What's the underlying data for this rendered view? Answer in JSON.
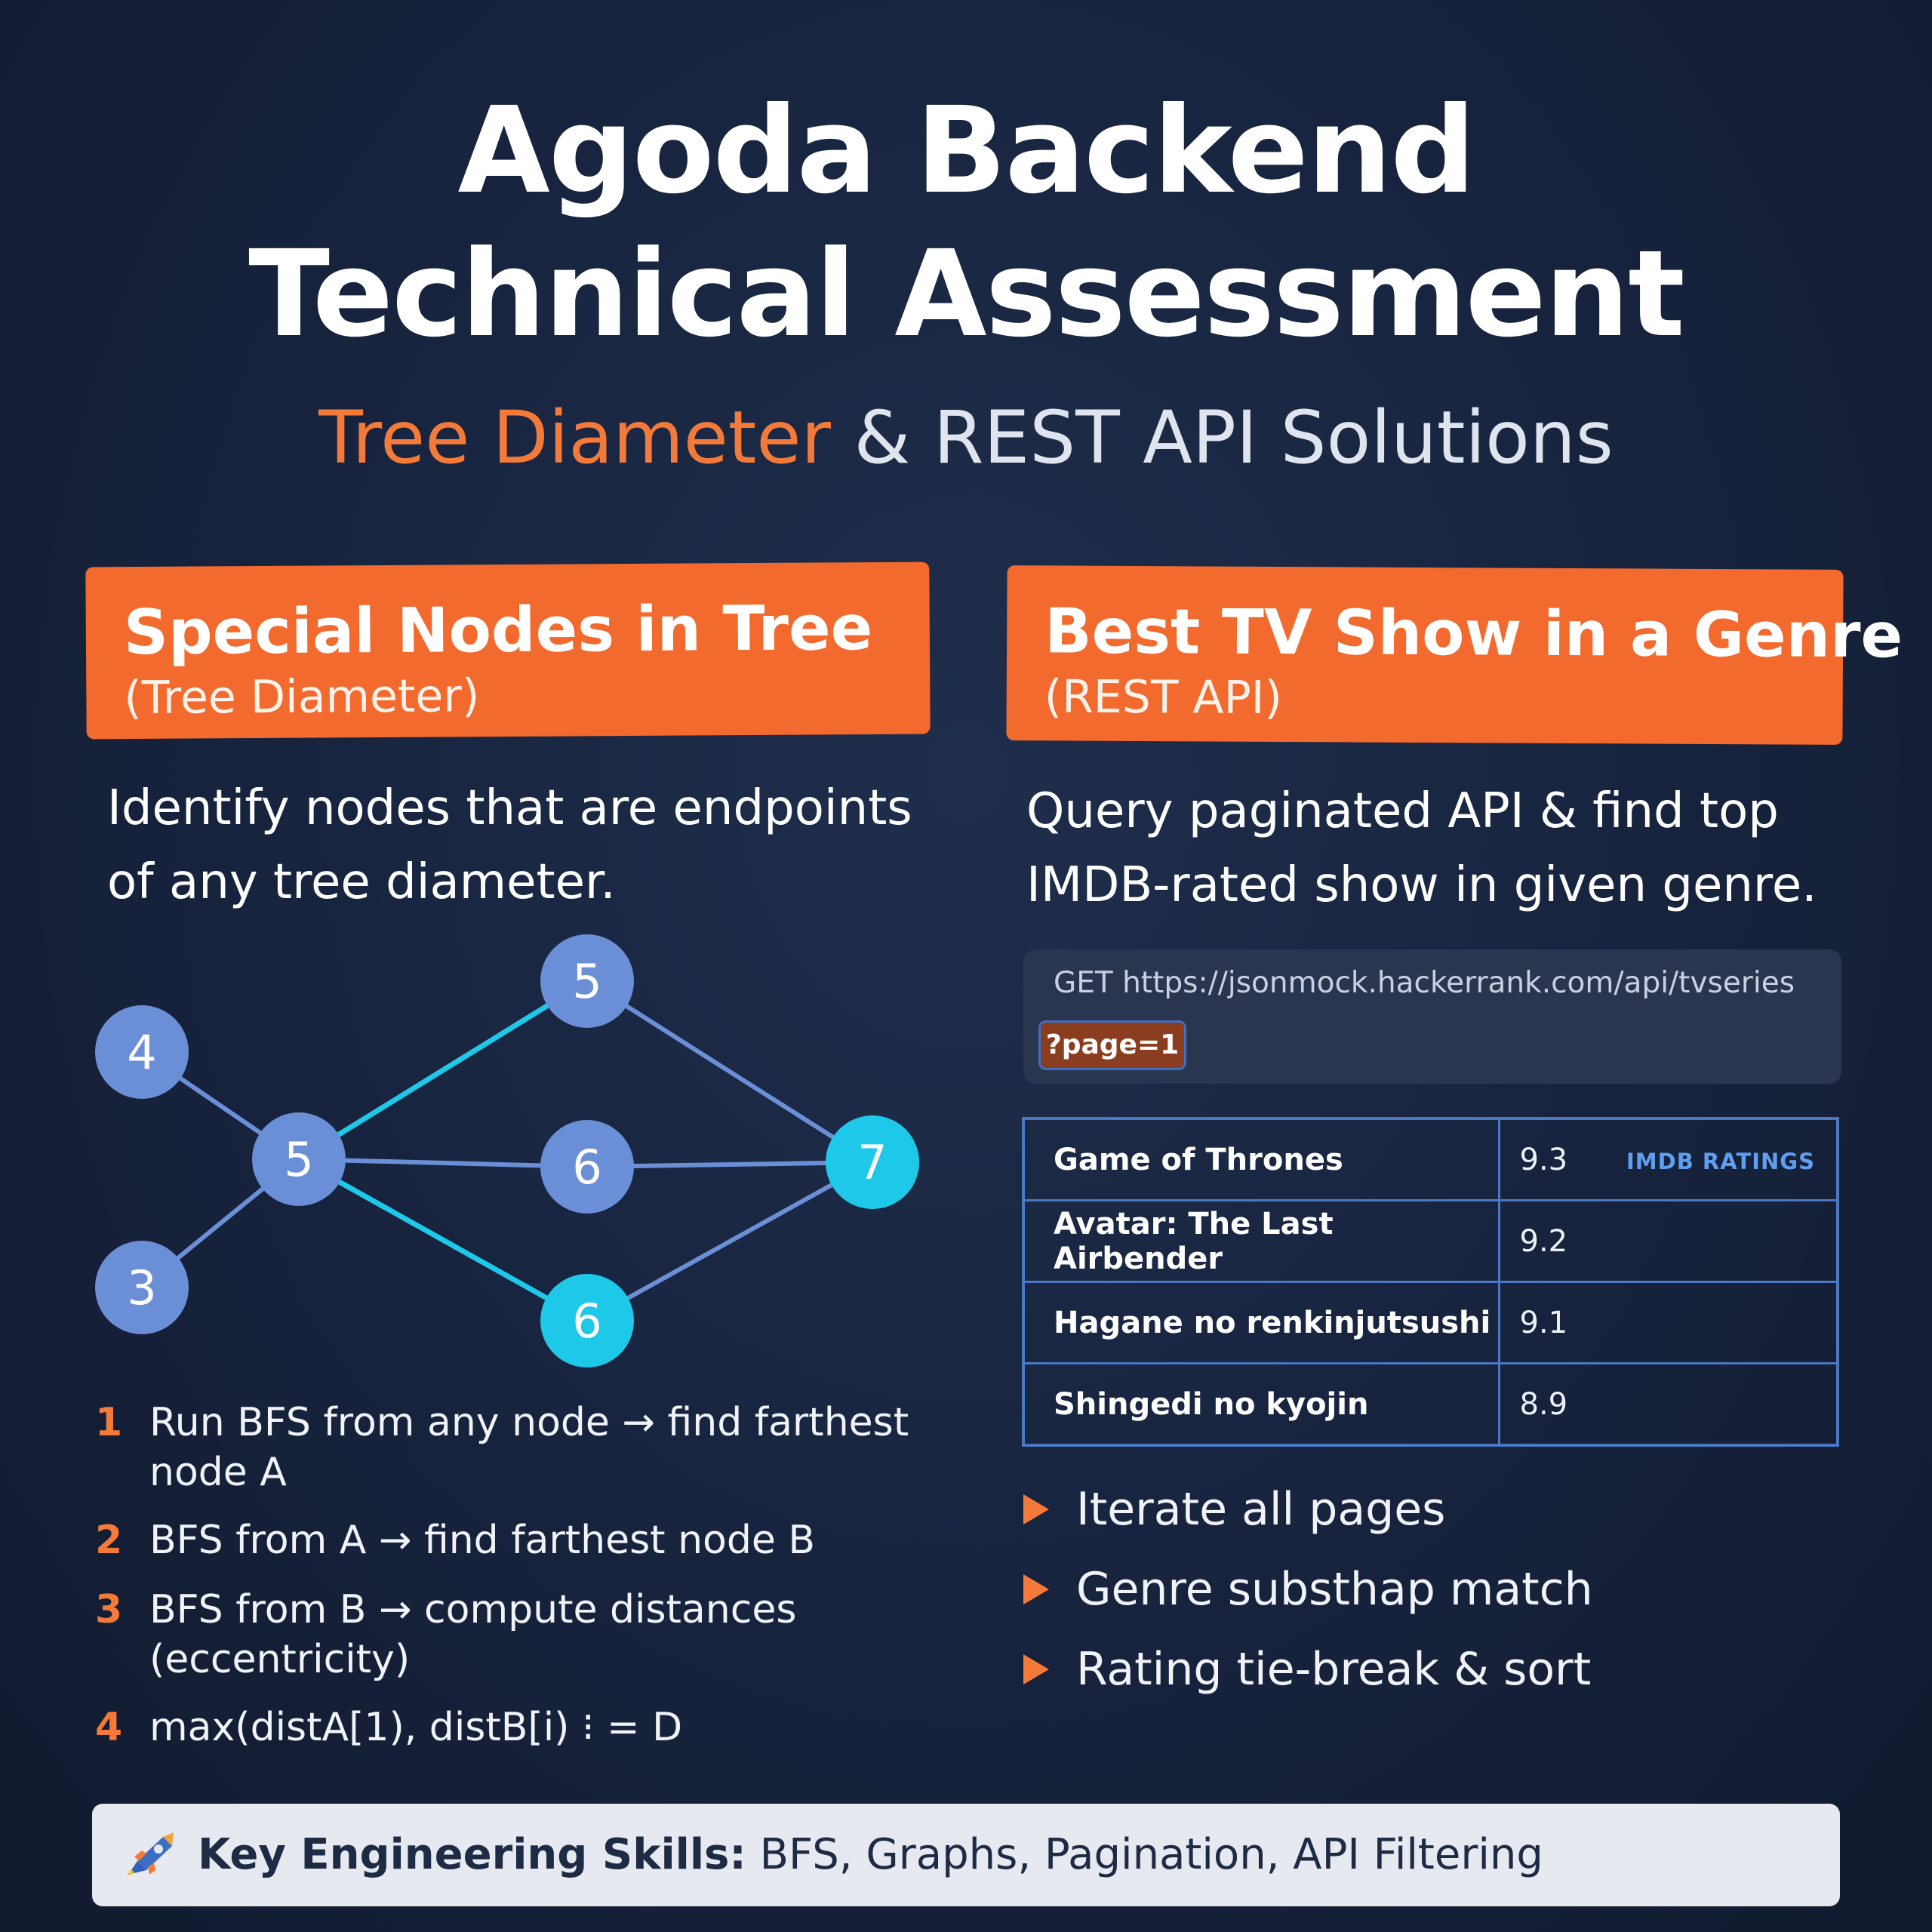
{
  "title": {
    "line1": "Agoda Backend",
    "line2": "Technical Assessment",
    "subtitle_accent": "Tree Diameter",
    "subtitle_rest": " & REST API Solutions"
  },
  "left_panel": {
    "banner_title": "Special Nodes in Tree",
    "banner_subtitle": "(Tree Diameter)",
    "description": "Identify nodes that are endpoints of any tree diameter.",
    "graph": {
      "nodes": [
        {
          "id": "n4",
          "label": "4",
          "highlight": false
        },
        {
          "id": "n3",
          "label": "3",
          "highlight": false
        },
        {
          "id": "n5a",
          "label": "5",
          "highlight": false
        },
        {
          "id": "n5b",
          "label": "5",
          "highlight": false
        },
        {
          "id": "n6a",
          "label": "6",
          "highlight": false
        },
        {
          "id": "n6b",
          "label": "6",
          "highlight": true
        },
        {
          "id": "n7",
          "label": "7",
          "highlight": true
        }
      ],
      "edges": [
        {
          "from": "n4",
          "to": "n5a",
          "highlight": false
        },
        {
          "from": "n3",
          "to": "n5a",
          "highlight": false
        },
        {
          "from": "n5a",
          "to": "n5b",
          "highlight": true
        },
        {
          "from": "n5a",
          "to": "n6a",
          "highlight": false
        },
        {
          "from": "n5a",
          "to": "n6b",
          "highlight": true
        },
        {
          "from": "n5b",
          "to": "n7",
          "highlight": false
        },
        {
          "from": "n6a",
          "to": "n7",
          "highlight": false
        },
        {
          "from": "n6b",
          "to": "n7",
          "highlight": false
        }
      ]
    },
    "steps": [
      {
        "num": "1",
        "text": "Run BFS from any node → find farthest node A"
      },
      {
        "num": "2",
        "text": "BFS from A → find farthest node B"
      },
      {
        "num": "3",
        "text": "BFS from B → compute distances (eccentricity)"
      },
      {
        "num": "4",
        "text": "max(distA[1), distB[i) ⁝ = D"
      }
    ]
  },
  "right_panel": {
    "banner_title": "Best TV Show in a Genre",
    "banner_subtitle": "(REST API)",
    "description": "Query paginated API & find top IMDB-rated show in given genre.",
    "request_line": "GET https://jsonmock.hackerrank.com/api/tvseries",
    "request_param": "?page=1",
    "rating_label": "IMDB RATINGS",
    "shows": [
      {
        "name": "Game of Thrones",
        "rating": "9.3"
      },
      {
        "name": "Avatar: The Last Airbender",
        "rating": "9.2"
      },
      {
        "name": "Hagane no renkinjutsushi",
        "rating": "9.1"
      },
      {
        "name": "Shingedi no kyojin",
        "rating": "8.9"
      }
    ],
    "bullets": [
      "Iterate all pages",
      "Genre substhap match",
      "Rating tie-break & sort"
    ]
  },
  "footer": {
    "icon": "rocket-icon",
    "label": "Key Engineering Skills:",
    "skills": " BFS, Graphs, Pagination, API Filtering"
  },
  "colors": {
    "background": "#17233d",
    "accent_orange": "#f26a2e",
    "node_blue": "#6b8fd6",
    "node_highlight": "#1ec8e8",
    "edge_blue": "#6b8fd6",
    "edge_highlight": "#1ec8e8",
    "table_border": "#4a78c2"
  }
}
